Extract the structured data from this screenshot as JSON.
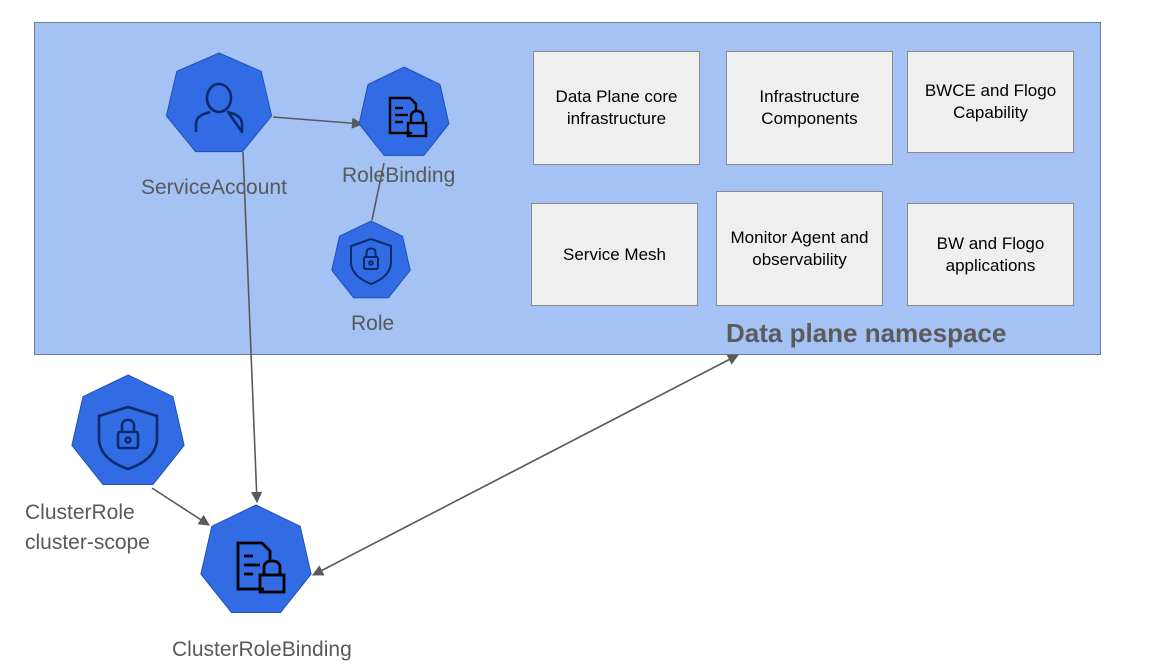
{
  "namespace": {
    "title": "Data plane namespace"
  },
  "components": [
    {
      "label": "Data Plane core infrastructure"
    },
    {
      "label": "Infrastructure Components"
    },
    {
      "label": "BWCE and Flogo Capability"
    },
    {
      "label": "Service Mesh"
    },
    {
      "label": "Monitor Agent and observability"
    },
    {
      "label": "BW and Flogo applications"
    }
  ],
  "nodes": {
    "service_account": {
      "label": "ServiceAccount",
      "icon": "user-icon"
    },
    "role_binding": {
      "label": "RoleBinding",
      "icon": "document-lock-icon"
    },
    "role": {
      "label": "Role",
      "icon": "shield-lock-icon"
    },
    "cluster_role": {
      "label_line1": "ClusterRole",
      "label_line2": "cluster-scope",
      "icon": "shield-lock-icon"
    },
    "cluster_role_binding": {
      "label": "ClusterRoleBinding",
      "icon": "document-lock-icon"
    }
  },
  "colors": {
    "node_fill": "#326ce5",
    "namespace_fill": "#a4c2f4",
    "box_fill": "#efefef",
    "edge": "#595959"
  }
}
